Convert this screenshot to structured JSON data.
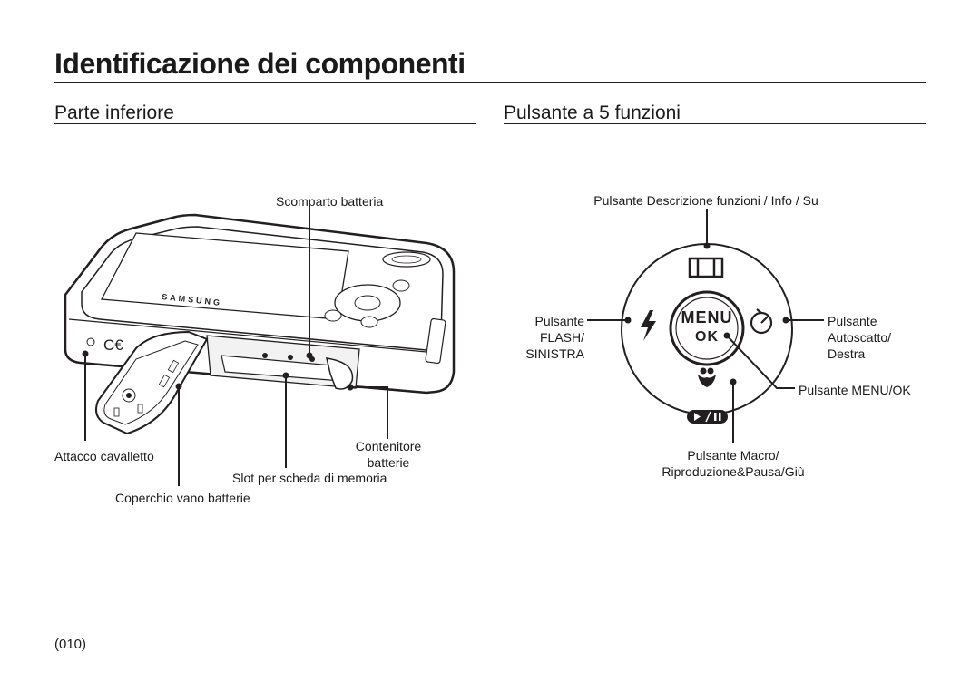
{
  "page": {
    "title": "Identificazione dei componenti",
    "page_number": "(010)"
  },
  "left_section": {
    "title": "Parte inferiore",
    "brand_logo": "SAMSUNG",
    "labels": {
      "battery_compartment": "Scomparto batteria",
      "tripod_socket": "Attacco cavalletto",
      "battery_holder_line1": "Contenitore",
      "battery_holder_line2": "batterie",
      "card_slot": "Slot per scheda di memoria",
      "battery_cover": "Coperchio vano batterie"
    }
  },
  "right_section": {
    "title": "Pulsante a 5 funzioni",
    "labels": {
      "up": "Pulsante Descrizione funzioni / Info / Su",
      "left_line1": "Pulsante",
      "left_line2": "FLASH/",
      "left_line3": "SINISTRA",
      "right_line1": "Pulsante",
      "right_line2": "Autoscatto/",
      "right_line3": "Destra",
      "menu_ok": "Pulsante MENU/OK",
      "down_line1": "Pulsante Macro/",
      "down_line2": "Riproduzione&Pausa/Giù"
    },
    "center_button": {
      "line1": "MENU",
      "line2": "OK"
    },
    "icons": [
      "display-icon",
      "flash-icon",
      "self-timer-icon",
      "macro-icon",
      "play-pause-icon"
    ]
  }
}
